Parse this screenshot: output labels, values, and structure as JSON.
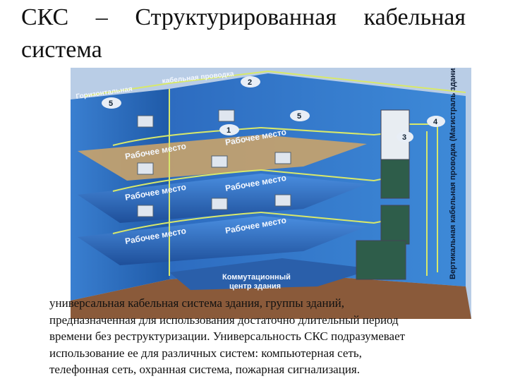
{
  "title": "СКС – Структурированная кабельная система",
  "diagram": {
    "labels": {
      "horizontal": "Горизонтальная",
      "cable_run": "кабельная проводка",
      "vertical": "Вертикальная кабельная проводка (Магистраль здания)",
      "workplace": "Рабочее место",
      "comm_center_1": "Коммутационный",
      "comm_center_2": "центр здания"
    },
    "markers": [
      "1",
      "2",
      "3",
      "4",
      "5",
      "5"
    ]
  },
  "caption": {
    "lines": [
      "универсальная кабельная система здания, группы зданий,",
      "предназначенная для использования достаточно длительный период",
      "времени без реструктуризации.  Универсальность СКС подразумевает",
      "использование ее для различных систем: компьютерная сеть,",
      "телефонная сеть, охранная система, пожарная сигнализация."
    ]
  }
}
